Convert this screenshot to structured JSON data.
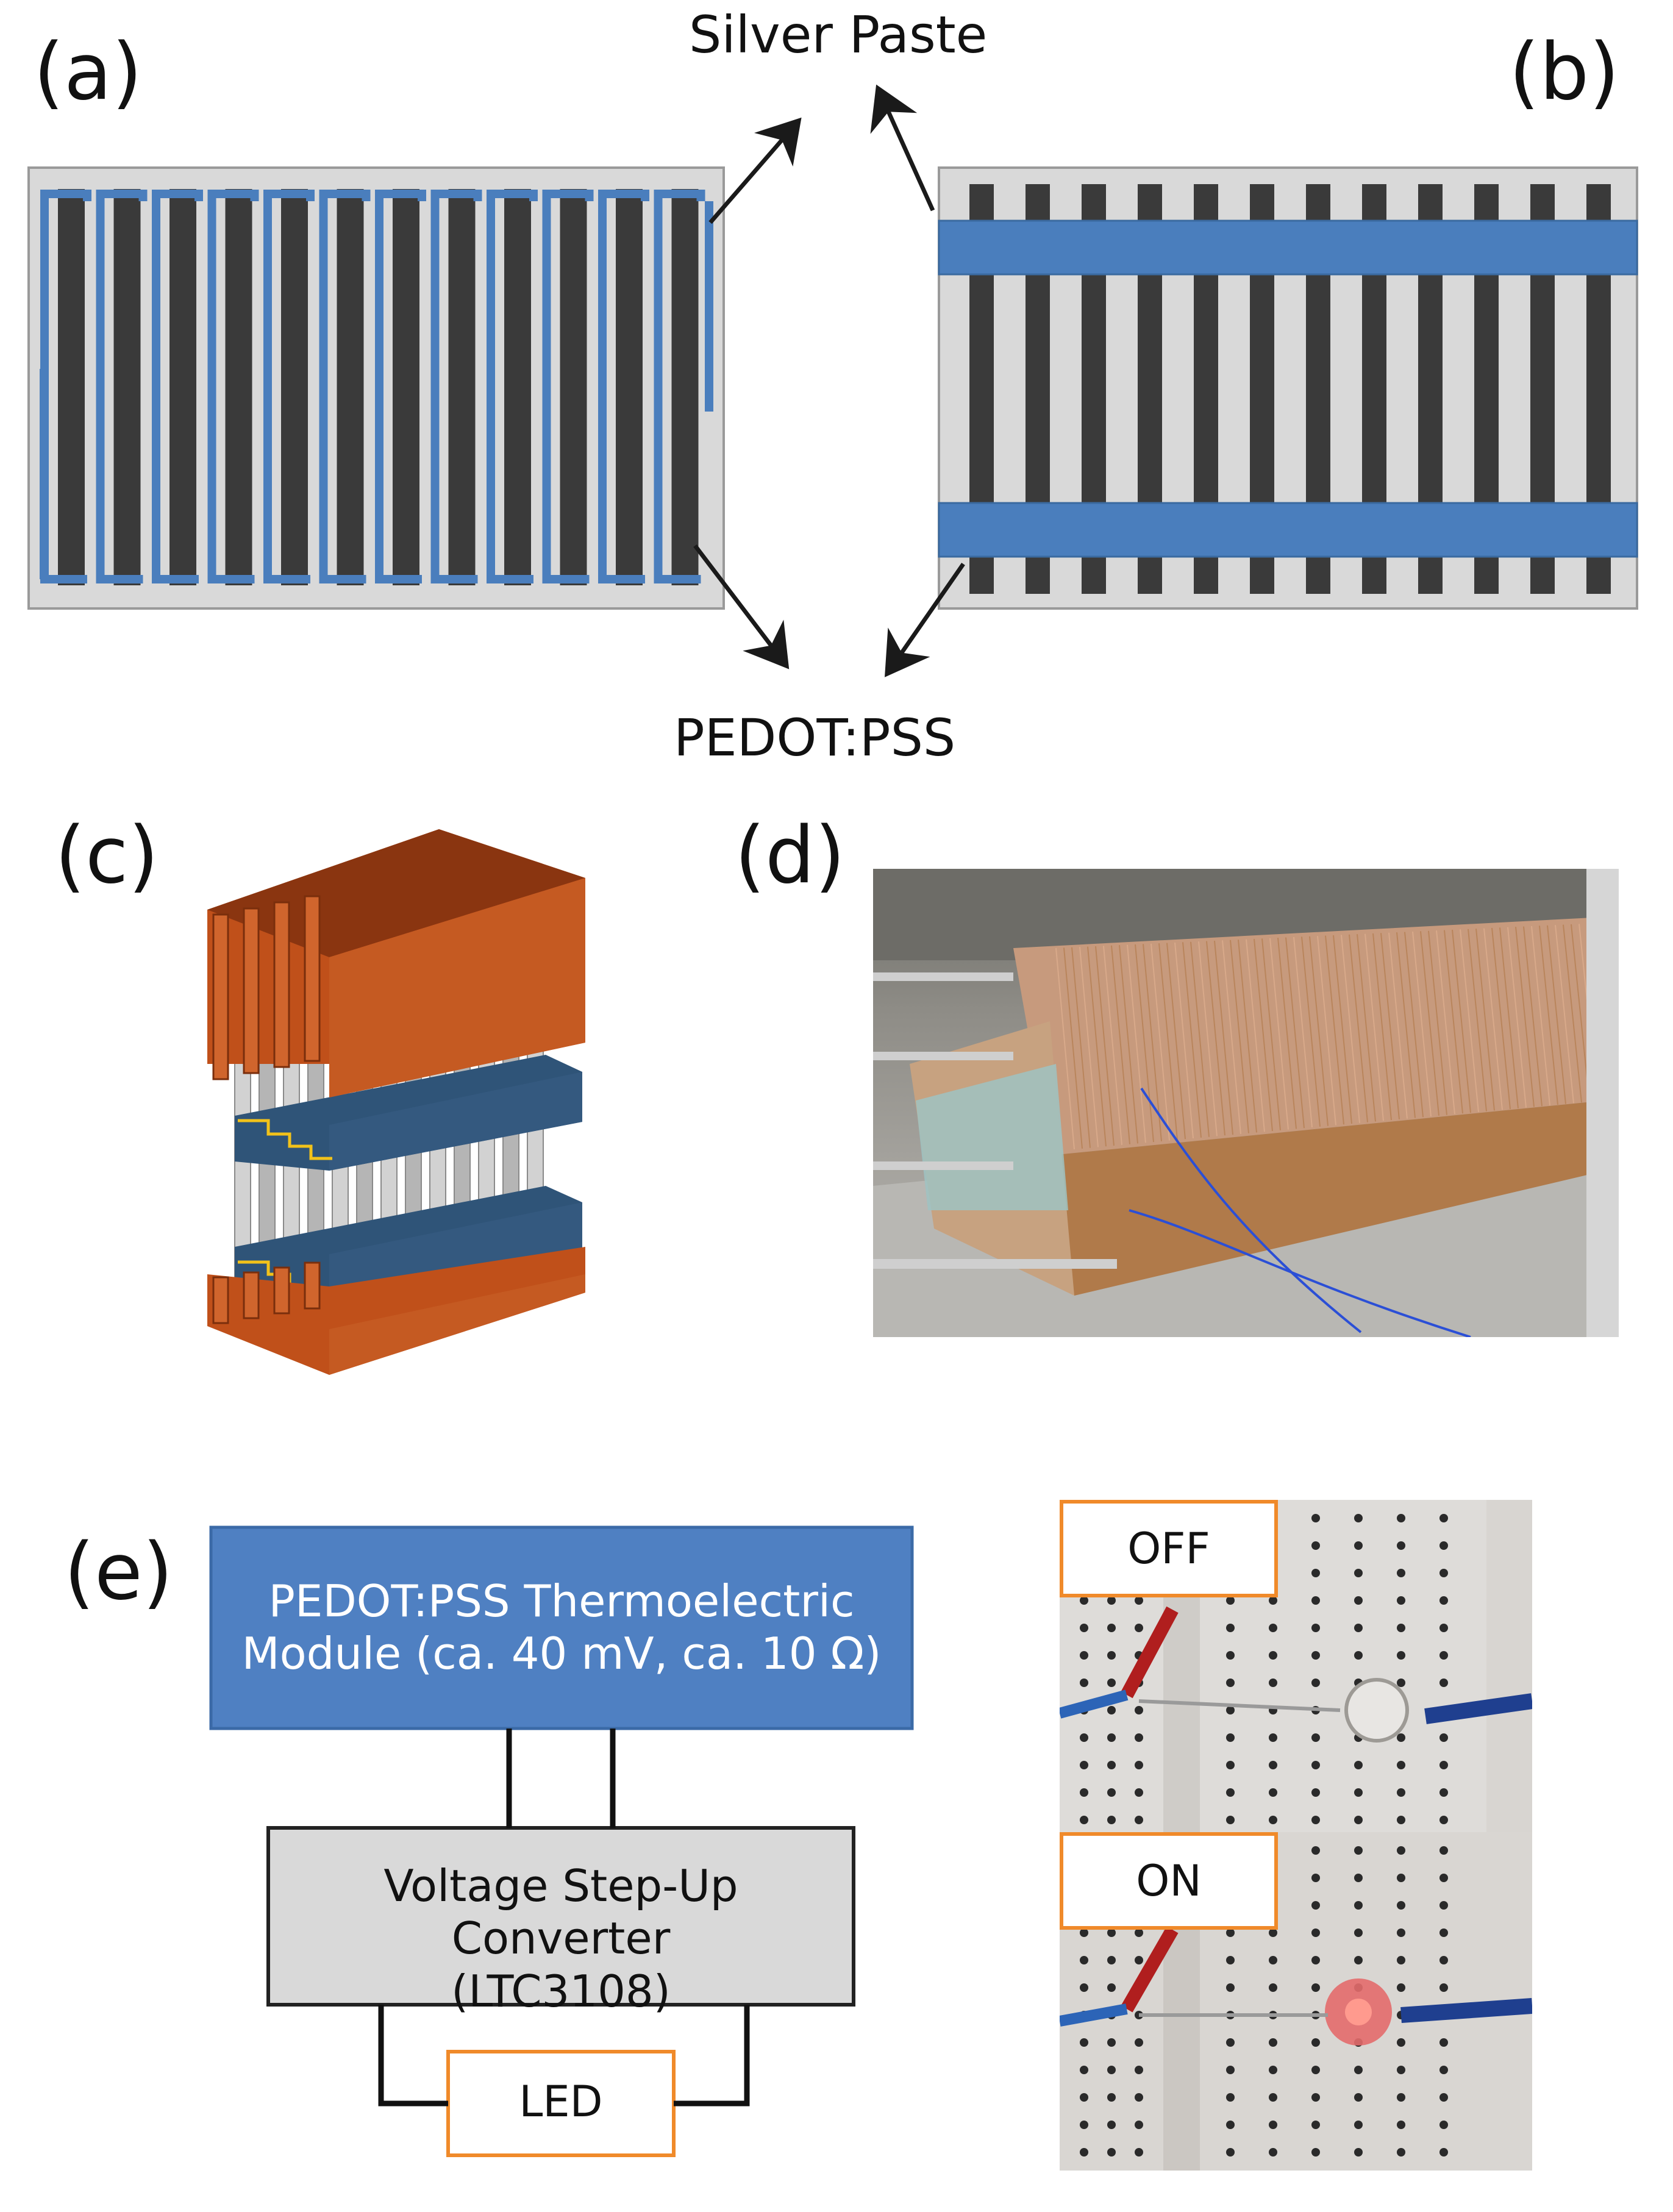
{
  "labels": {
    "a": "(a)",
    "b": "(b)",
    "c": "(c)",
    "d": "(d)",
    "e": "(e)"
  },
  "captions": {
    "silver_paste": "Silver Paste",
    "pedot_pss": "PEDOT:PSS"
  },
  "circuit": {
    "module_line1": "PEDOT:PSS Thermoelectric",
    "module_line2": "Module (ca. 40 mV, ca. 10 Ω)",
    "converter_line1": "Voltage Step-Up Converter",
    "converter_line2": "(LTC3108)",
    "led": "LED"
  },
  "led_states": {
    "off": "OFF",
    "on": "ON"
  },
  "colors": {
    "silver_paste_blue": "#4a7ebd",
    "pedot_dark": "#3a3a3a",
    "substrate_gray": "#d9d9d9",
    "copper": "#c0501a",
    "navy_band": "#2f5478",
    "module_box": "#4f80c2",
    "led_border": "#f08a2a",
    "converter_box": "#d9d9d9"
  }
}
